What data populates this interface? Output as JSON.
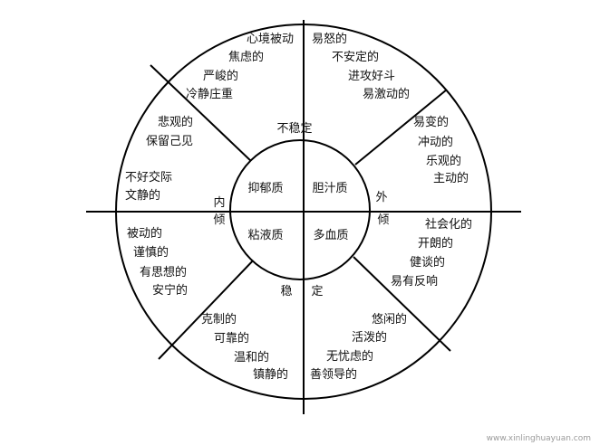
{
  "inner_labels": {
    "top_left": "抑郁质",
    "top_right": "胆汁质",
    "bottom_left": "粘液质",
    "bottom_right": "多血质"
  },
  "axis_labels": {
    "top": "不稳定",
    "bottom_1": "稳",
    "bottom_2": "定",
    "left_1": "内",
    "left_2": "倾",
    "right_1": "外",
    "right_2": "倾"
  },
  "traits": {
    "n_left": [
      "心境被动",
      "焦虑的",
      "严峻的",
      "冷静庄重"
    ],
    "n_right": [
      "易怒的",
      "不安定的",
      "进攻好斗",
      "易激动的"
    ],
    "ne": [
      "易变的",
      "冲动的",
      "乐观的",
      "主动的"
    ],
    "e_low": [
      "社会化的",
      "开朗的",
      "健谈的",
      "易有反响"
    ],
    "se": [
      "悠闲的",
      "活泼的",
      "无忧虑的",
      "善领导的"
    ],
    "sw": [
      "克制的",
      "可靠的",
      "温和的",
      "镇静的"
    ],
    "w_low": [
      "被动的",
      "谨慎的",
      "有思想的",
      "安宁的"
    ],
    "nw": [
      "悲观的",
      "保留己见",
      "不好交际",
      "文静的"
    ]
  },
  "watermark": "www.xinlinghuayuan.com"
}
